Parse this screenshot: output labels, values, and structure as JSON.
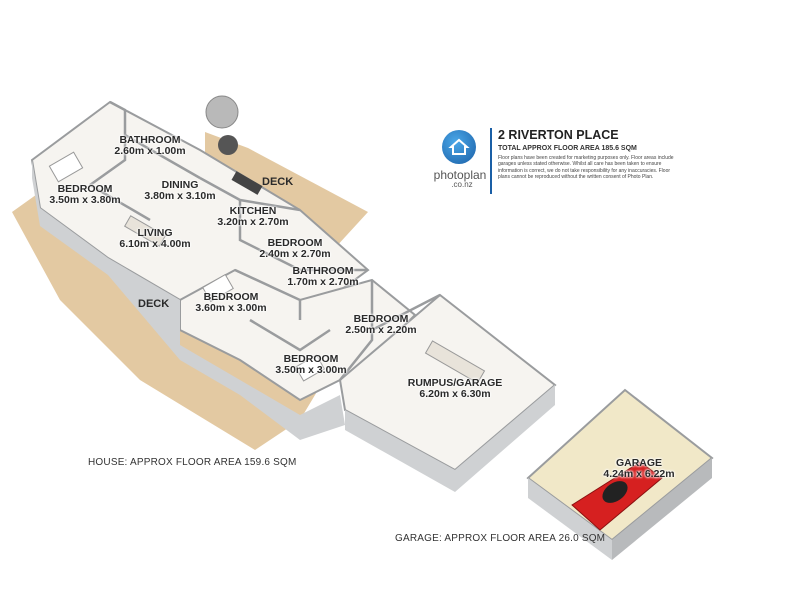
{
  "header": {
    "logo_brand": "photoplan",
    "logo_sub": ".co.nz",
    "title": "2 RIVERTON PLACE",
    "subtitle": "TOTAL APPROX FLOOR AREA 185.6 SQM",
    "disclaimer": "Floor plans have been created for marketing purposes only. Floor areas include garages unless stated otherwise. Whilst all care has been taken to ensure information is correct, we do not take responsibility for any inaccuracies. Floor plans cannot be reproduced without the written consent of Photo Plan."
  },
  "rooms": {
    "bathroom1": {
      "name": "BATHROOM",
      "dim": "2.60m x 1.00m"
    },
    "bedroom1": {
      "name": "BEDROOM",
      "dim": "3.50m x 3.80m"
    },
    "dining": {
      "name": "DINING",
      "dim": "3.80m x 3.10m"
    },
    "living": {
      "name": "LIVING",
      "dim": "6.10m x 4.00m"
    },
    "kitchen": {
      "name": "KITCHEN",
      "dim": "3.20m x 2.70m"
    },
    "bedroom2": {
      "name": "BEDROOM",
      "dim": "2.40m x 2.70m"
    },
    "bathroom2": {
      "name": "BATHROOM",
      "dim": "1.70m x 2.70m"
    },
    "bedroom3": {
      "name": "BEDROOM",
      "dim": "3.60m x 3.00m"
    },
    "bedroom4": {
      "name": "BEDROOM",
      "dim": "2.50m x 2.20m"
    },
    "bedroom5": {
      "name": "BEDROOM",
      "dim": "3.50m x 3.00m"
    },
    "rumpus": {
      "name": "RUMPUS/GARAGE",
      "dim": "6.20m x 6.30m"
    },
    "garage": {
      "name": "GARAGE",
      "dim": "4.24m x 6.22m"
    }
  },
  "decks": {
    "deck_top": "DECK",
    "deck_left": "DECK"
  },
  "areas": {
    "house": "HOUSE: APPROX FLOOR AREA 159.6 SQM",
    "garage": "GARAGE: APPROX FLOOR AREA 26.0 SQM"
  },
  "colors": {
    "deck": "#e3c9a2",
    "floor": "#f6f4f0",
    "wall": "#cfd1d3",
    "wall_dark": "#9a9c9e",
    "brand": "#1a5fa6",
    "car": "#d62020"
  }
}
